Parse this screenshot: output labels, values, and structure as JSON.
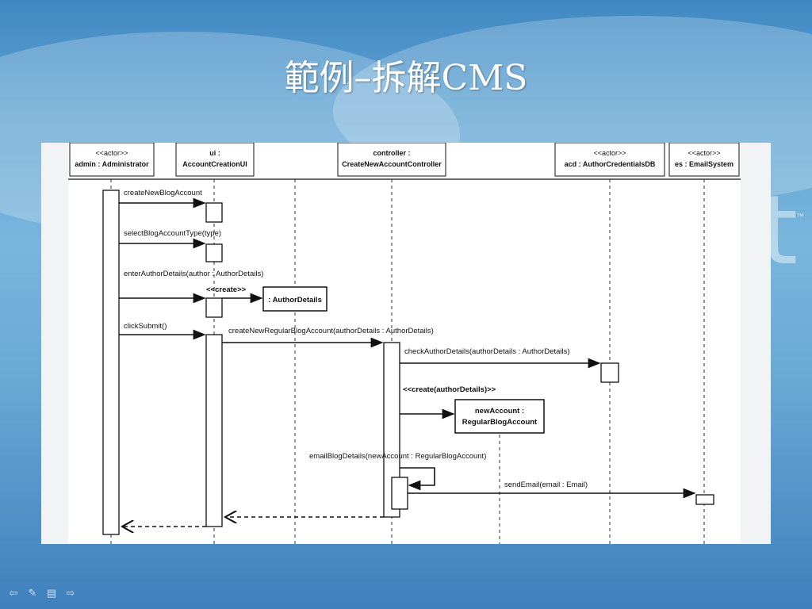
{
  "slide": {
    "title": "範例–拆解CMS",
    "background_accent": "#5fa3d3",
    "decorative_glyph": "t"
  },
  "diagram": {
    "participants": [
      {
        "id": "admin",
        "label_top": "<<actor>>",
        "label_bottom": "admin : Administrator"
      },
      {
        "id": "ui",
        "label_top": "ui :",
        "label_bottom": "AccountCreationUI"
      },
      {
        "id": "controller",
        "label_top": "controller :",
        "label_bottom": "CreateNewAccountController"
      },
      {
        "id": "acd",
        "label_top": "<<actor>>",
        "label_bottom": "acd : AuthorCredentialsDB"
      },
      {
        "id": "es",
        "label_top": "<<actor>>",
        "label_bottom": "es : EmailSystem"
      }
    ],
    "messages": [
      {
        "from": "admin",
        "to": "ui",
        "label": "createNewBlogAccount",
        "type": "sync"
      },
      {
        "from": "admin",
        "to": "ui",
        "label": "selectBlogAccountType(type)",
        "type": "sync"
      },
      {
        "from": "admin",
        "to": "ui",
        "label": "enterAuthorDetails(author : AuthorDetails)",
        "type": "sync"
      },
      {
        "from": "ui",
        "to": "authordetails",
        "label": "<<create>>",
        "type": "create"
      },
      {
        "from": "admin",
        "to": "ui",
        "label": "clickSubmit()",
        "type": "sync"
      },
      {
        "from": "ui",
        "to": "controller",
        "label": "createNewRegularBlogAccount(authorDetails : AuthorDetails)",
        "type": "sync"
      },
      {
        "from": "controller",
        "to": "acd",
        "label": "checkAuthorDetails(authorDetails : AuthorDetails)",
        "type": "sync"
      },
      {
        "from": "controller",
        "to": "newaccount",
        "label": "<<create(authorDetails)>>",
        "type": "create"
      },
      {
        "from": "controller",
        "to": "controller",
        "label": "emailBlogDetails(newAccount : RegularBlogAccount)",
        "type": "self"
      },
      {
        "from": "controller",
        "to": "es",
        "label": "sendEmail(email : Email)",
        "type": "sync"
      },
      {
        "from": "controller",
        "to": "ui",
        "label": "",
        "type": "return"
      },
      {
        "from": "ui",
        "to": "admin",
        "label": "",
        "type": "return"
      }
    ],
    "created_objects": [
      {
        "id": "authordetails",
        "label": ": AuthorDetails"
      },
      {
        "id": "newaccount",
        "label_line1": "newAccount :",
        "label_line2": "RegularBlogAccount"
      }
    ]
  },
  "navigation": [
    {
      "id": "prev",
      "icon": "arrow-left-icon",
      "glyph": "⇦"
    },
    {
      "id": "pen",
      "icon": "pen-icon",
      "glyph": "✎"
    },
    {
      "id": "menu",
      "icon": "menu-icon",
      "glyph": "▤"
    },
    {
      "id": "next",
      "icon": "arrow-right-icon",
      "glyph": "⇨"
    }
  ]
}
